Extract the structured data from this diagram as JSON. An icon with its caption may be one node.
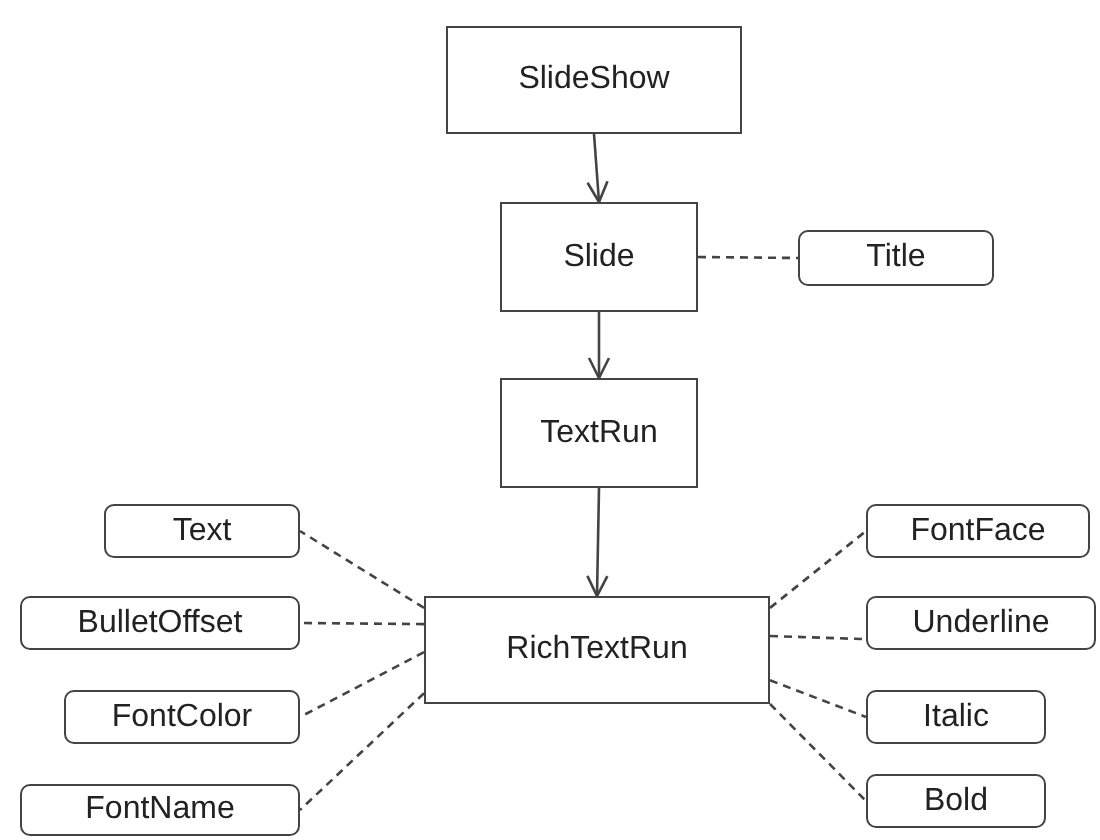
{
  "diagram": {
    "nodes": [
      {
        "text": [
          "SlideShow"
        ]
      },
      {
        "text": [
          "Slide"
        ]
      },
      {
        "text": [
          "Title"
        ]
      },
      {
        "text": [
          "TextRun"
        ]
      },
      {
        "text": [
          "RichTextRun"
        ]
      },
      {
        "text": [
          "Text"
        ]
      },
      {
        "text": [
          "BulletOffset"
        ]
      },
      {
        "text": [
          "FontColor"
        ]
      },
      {
        "text": [
          "FontName"
        ]
      },
      {
        "text": [
          "FontFace"
        ]
      },
      {
        "text": [
          "Underline"
        ]
      },
      {
        "text": [
          "Italic"
        ]
      },
      {
        "text": [
          "Bold"
        ]
      }
    ],
    "edges": [
      {
        "from": 0,
        "to": 1,
        "arrow": "to"
      },
      {
        "from": 1,
        "to": 2,
        "arrow": "none",
        "style": "dashed"
      },
      {
        "from": 1,
        "to": 3,
        "arrow": "to"
      },
      {
        "from": 3,
        "to": 4,
        "arrow": "to"
      },
      {
        "from": 4,
        "to": 5,
        "arrow": "none",
        "style": "dashed"
      },
      {
        "from": 4,
        "to": 6,
        "arrow": "none",
        "style": "dashed"
      },
      {
        "from": 4,
        "to": 7,
        "arrow": "none",
        "style": "dashed"
      },
      {
        "from": 4,
        "to": 8,
        "arrow": "none",
        "style": "dashed"
      },
      {
        "from": 4,
        "to": 9,
        "arrow": "none",
        "style": "dashed"
      },
      {
        "from": 4,
        "to": 10,
        "arrow": "none",
        "style": "dashed"
      },
      {
        "from": 4,
        "to": 11,
        "arrow": "none",
        "style": "dashed"
      },
      {
        "from": 4,
        "to": 12,
        "arrow": "none",
        "style": "dashed"
      }
    ]
  }
}
